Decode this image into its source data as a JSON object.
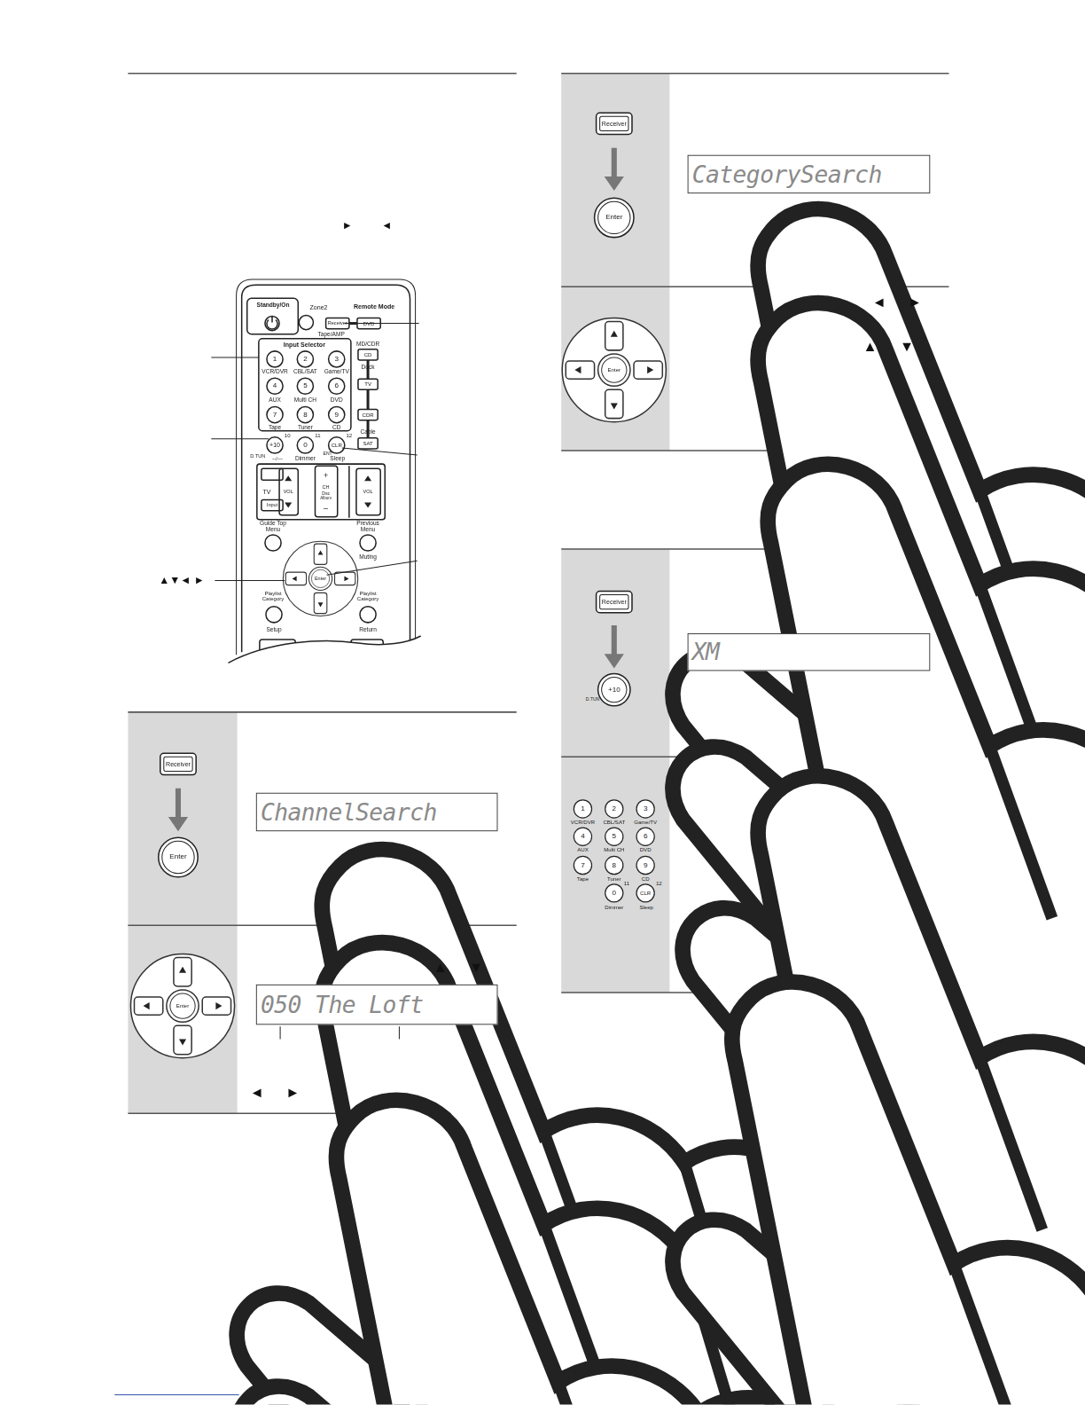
{
  "diagram": {
    "nodes": [
      {
        "text": [
          "ChannelSearch"
        ]
      },
      {
        "text": [
          "050 The Loft"
        ]
      },
      {
        "text": [
          "CategorySearch"
        ]
      },
      {
        "text": [
          "XM"
        ]
      }
    ],
    "labels": [
      "Standby/On",
      "Zone2",
      "Remote Mode",
      "Receiver",
      "DVD",
      "Tape/AMP",
      "Input Selector",
      "MD/CDR",
      "1",
      "2",
      "3",
      "CD",
      "Dock",
      "VCR/DVR",
      "CBL/SAT",
      "Game/TV",
      "4",
      "5",
      "6",
      "TV",
      "AUX",
      "Multi CH",
      "DVD",
      "7",
      "8",
      "9",
      "CDR",
      "Tape",
      "Tuner",
      "CD",
      "Cable",
      "SAT",
      "+10",
      "10",
      "0",
      "11",
      "CLR",
      "12",
      "D.TUN",
      "--/---",
      "Dimmer",
      "ENT",
      "Sleep",
      "TV",
      "VOL",
      "Input",
      "+",
      "CH",
      "Disc Album",
      "–",
      "VOL",
      "Guide Top Menu",
      "Previous Menu",
      "Muting",
      "Enter",
      "Playlist Category",
      "Playlist Category",
      "Setup",
      "Return",
      "▲▼◄ ►",
      "►",
      "◄",
      "Receiver",
      "Enter",
      "Enter",
      "▲",
      "▼",
      "◄",
      "►",
      "Receiver",
      "Enter",
      "Enter",
      "◄",
      "►",
      "▲",
      "▼",
      "Receiver",
      "+10",
      "D.TUN",
      "1",
      "2",
      "3",
      "VCR/DVR",
      "CBL/SAT",
      "Game/TV",
      "4",
      "5",
      "6",
      "AUX",
      "Multi CH",
      "DVD",
      "7",
      "8",
      "9",
      "Tape",
      "Tuner",
      "CD",
      "0",
      "11",
      "CLR",
      "12",
      "Dimmer",
      "Sleep"
    ]
  }
}
